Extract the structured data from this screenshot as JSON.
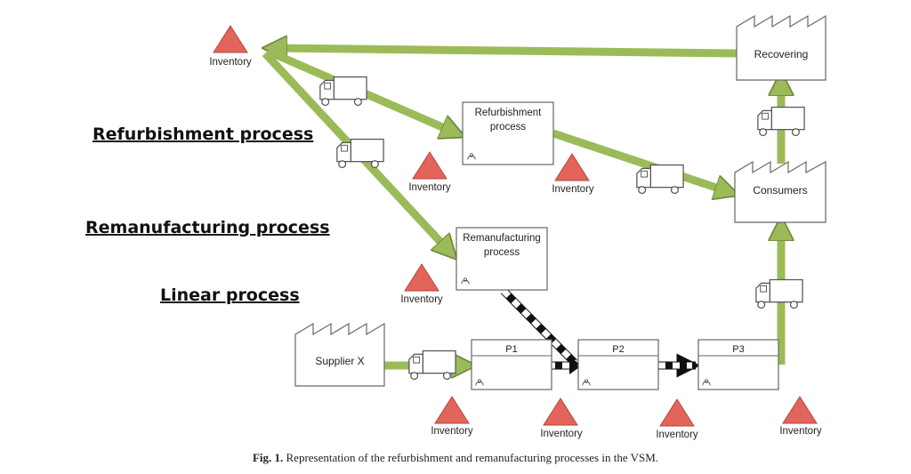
{
  "sections": {
    "refurbishment": "Refurbishment process",
    "remanufacturing": "Remanufacturing process",
    "linear": "Linear process"
  },
  "boxes": {
    "refurb_line1": "Refurbishment",
    "refurb_line2": "process",
    "reman_line1": "Remanufacturing",
    "reman_line2": "process",
    "p1": "P1",
    "p2": "P2",
    "p3": "P3"
  },
  "factories": {
    "supplier": "Supplier X",
    "consumers": "Consumers",
    "recovering": "Recovering"
  },
  "inventory_label": "Inventory",
  "caption": {
    "prefix": "Fig. 1.",
    "text": "Representation of the refurbishment and remanufacturing processes in the VSM."
  },
  "colors": {
    "flow_green": "#9bbb59",
    "flow_green_stroke": "#6e8b3d",
    "inventory_red": "#e3645a",
    "inventory_stroke": "#b5463d"
  },
  "icons": {
    "inventory": "triangle-warning-icon",
    "truck": "truck-icon",
    "factory": "factory-icon",
    "operator": "operator-icon"
  }
}
